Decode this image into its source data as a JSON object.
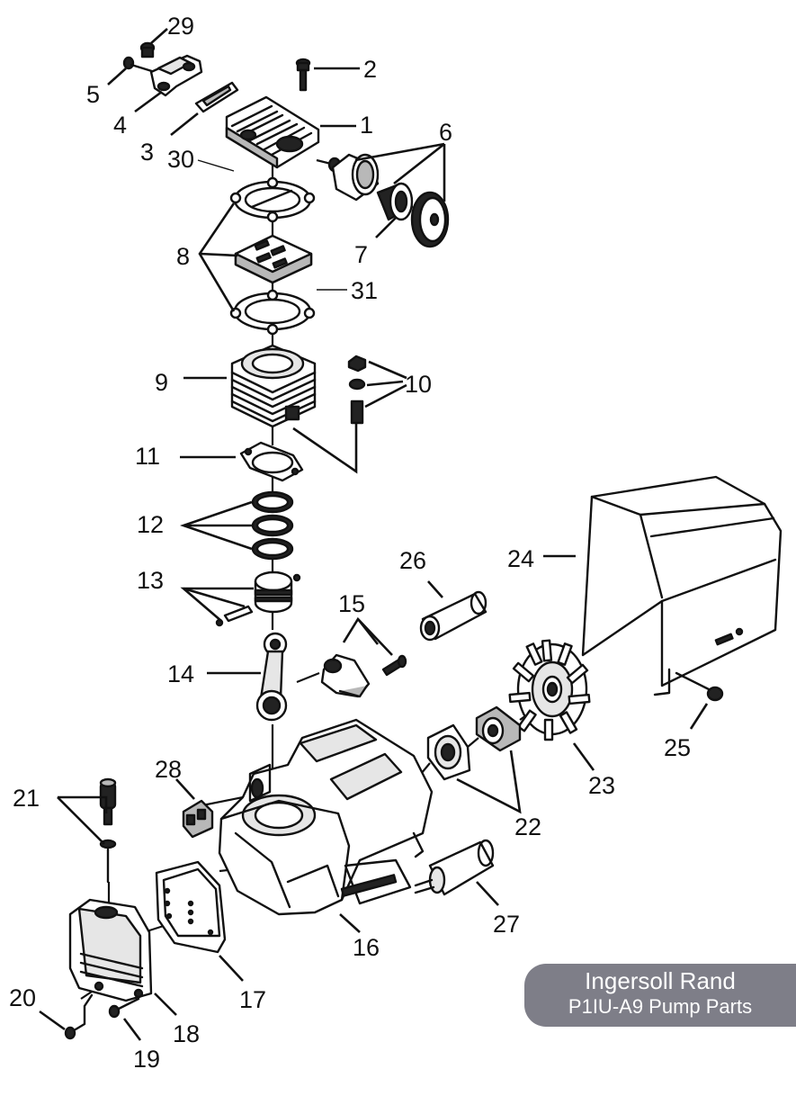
{
  "callouts": [
    {
      "id": "29",
      "label": "29"
    },
    {
      "id": "2",
      "label": "2"
    },
    {
      "id": "1",
      "label": "1"
    },
    {
      "id": "6",
      "label": "6"
    },
    {
      "id": "5",
      "label": "5"
    },
    {
      "id": "4",
      "label": "4"
    },
    {
      "id": "3",
      "label": "3"
    },
    {
      "id": "30",
      "label": "30"
    },
    {
      "id": "7",
      "label": "7"
    },
    {
      "id": "8",
      "label": "8"
    },
    {
      "id": "31",
      "label": "31"
    },
    {
      "id": "9",
      "label": "9"
    },
    {
      "id": "10",
      "label": "10"
    },
    {
      "id": "11",
      "label": "11"
    },
    {
      "id": "12",
      "label": "12"
    },
    {
      "id": "26",
      "label": "26"
    },
    {
      "id": "24",
      "label": "24"
    },
    {
      "id": "13",
      "label": "13"
    },
    {
      "id": "15",
      "label": "15"
    },
    {
      "id": "14",
      "label": "14"
    },
    {
      "id": "25",
      "label": "25"
    },
    {
      "id": "28",
      "label": "28"
    },
    {
      "id": "23",
      "label": "23"
    },
    {
      "id": "21",
      "label": "21"
    },
    {
      "id": "22",
      "label": "22"
    },
    {
      "id": "27",
      "label": "27"
    },
    {
      "id": "16",
      "label": "16"
    },
    {
      "id": "20",
      "label": "20"
    },
    {
      "id": "17",
      "label": "17"
    },
    {
      "id": "18",
      "label": "18"
    },
    {
      "id": "19",
      "label": "19"
    }
  ],
  "badge": {
    "line1": "Ingersoll Rand",
    "line2": "P1IU-A9 Pump Parts",
    "color": "#7e7e88"
  }
}
